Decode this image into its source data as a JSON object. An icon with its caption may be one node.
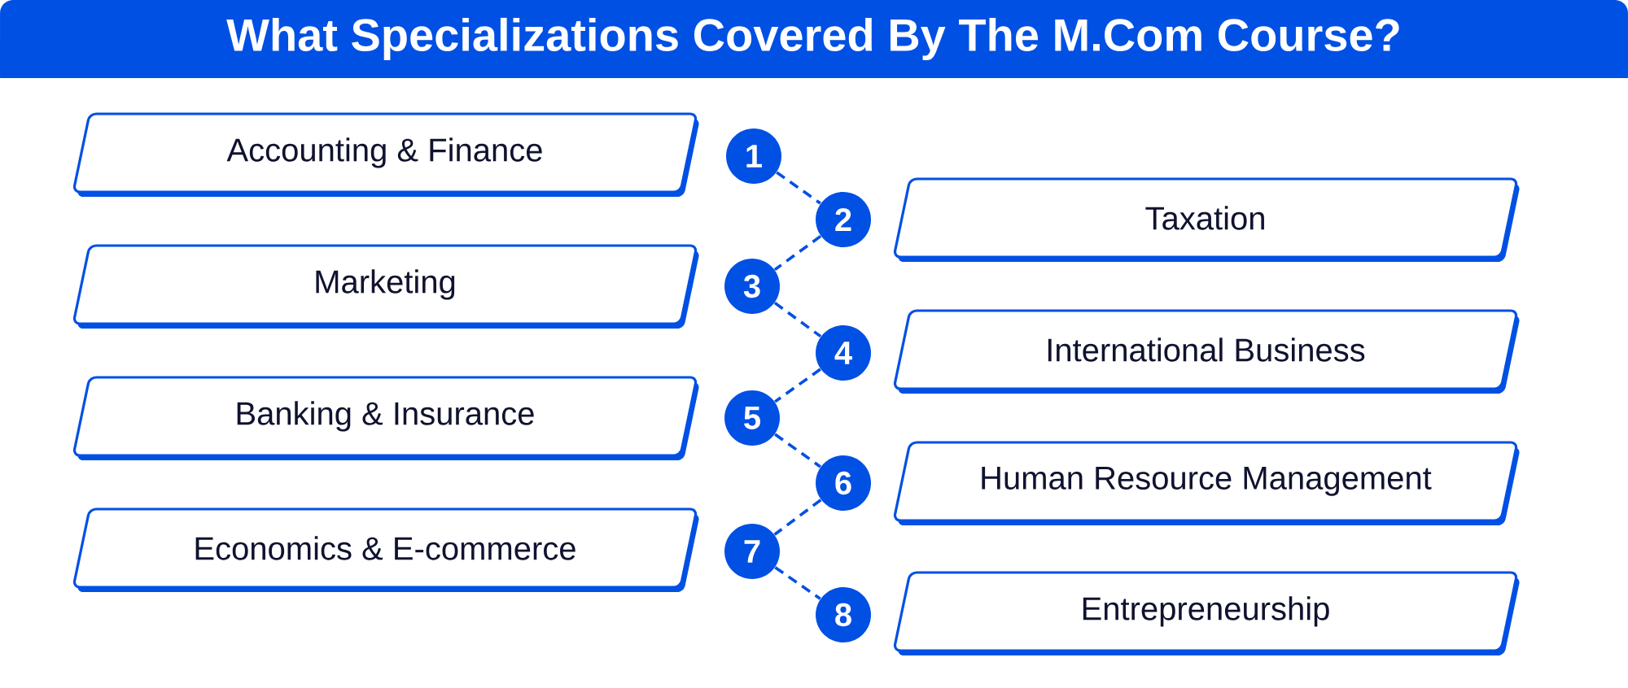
{
  "diagram": {
    "title": "What Specializations Covered By The M.Com Course?",
    "nodes": [
      {
        "text": [
          "Accounting & Finance"
        ]
      },
      {
        "text": [
          "1"
        ]
      },
      {
        "text": [
          "2"
        ]
      },
      {
        "text": [
          "Taxation"
        ]
      },
      {
        "text": [
          "Marketing"
        ]
      },
      {
        "text": [
          "3"
        ]
      },
      {
        "text": [
          "4"
        ]
      },
      {
        "text": [
          "International Business"
        ]
      },
      {
        "text": [
          "Banking & Insurance"
        ]
      },
      {
        "text": [
          "5"
        ]
      },
      {
        "text": [
          "6"
        ]
      },
      {
        "text": [
          "Human Resource Management"
        ]
      },
      {
        "text": [
          "Economics & E-commerce"
        ]
      },
      {
        "text": [
          "7"
        ]
      },
      {
        "text": [
          "8"
        ]
      },
      {
        "text": [
          "Entrepreneurship"
        ]
      }
    ],
    "edges": [
      {
        "from": 1,
        "to": 2,
        "arrow": "none",
        "style": "dashed"
      },
      {
        "from": 2,
        "to": 5,
        "arrow": "none",
        "style": "dashed"
      },
      {
        "from": 5,
        "to": 6,
        "arrow": "none",
        "style": "dashed"
      },
      {
        "from": 6,
        "to": 9,
        "arrow": "none",
        "style": "dashed"
      },
      {
        "from": 9,
        "to": 10,
        "arrow": "none",
        "style": "dashed"
      },
      {
        "from": 10,
        "to": 13,
        "arrow": "none",
        "style": "dashed"
      },
      {
        "from": 13,
        "to": 14,
        "arrow": "none",
        "style": "dashed"
      }
    ]
  }
}
